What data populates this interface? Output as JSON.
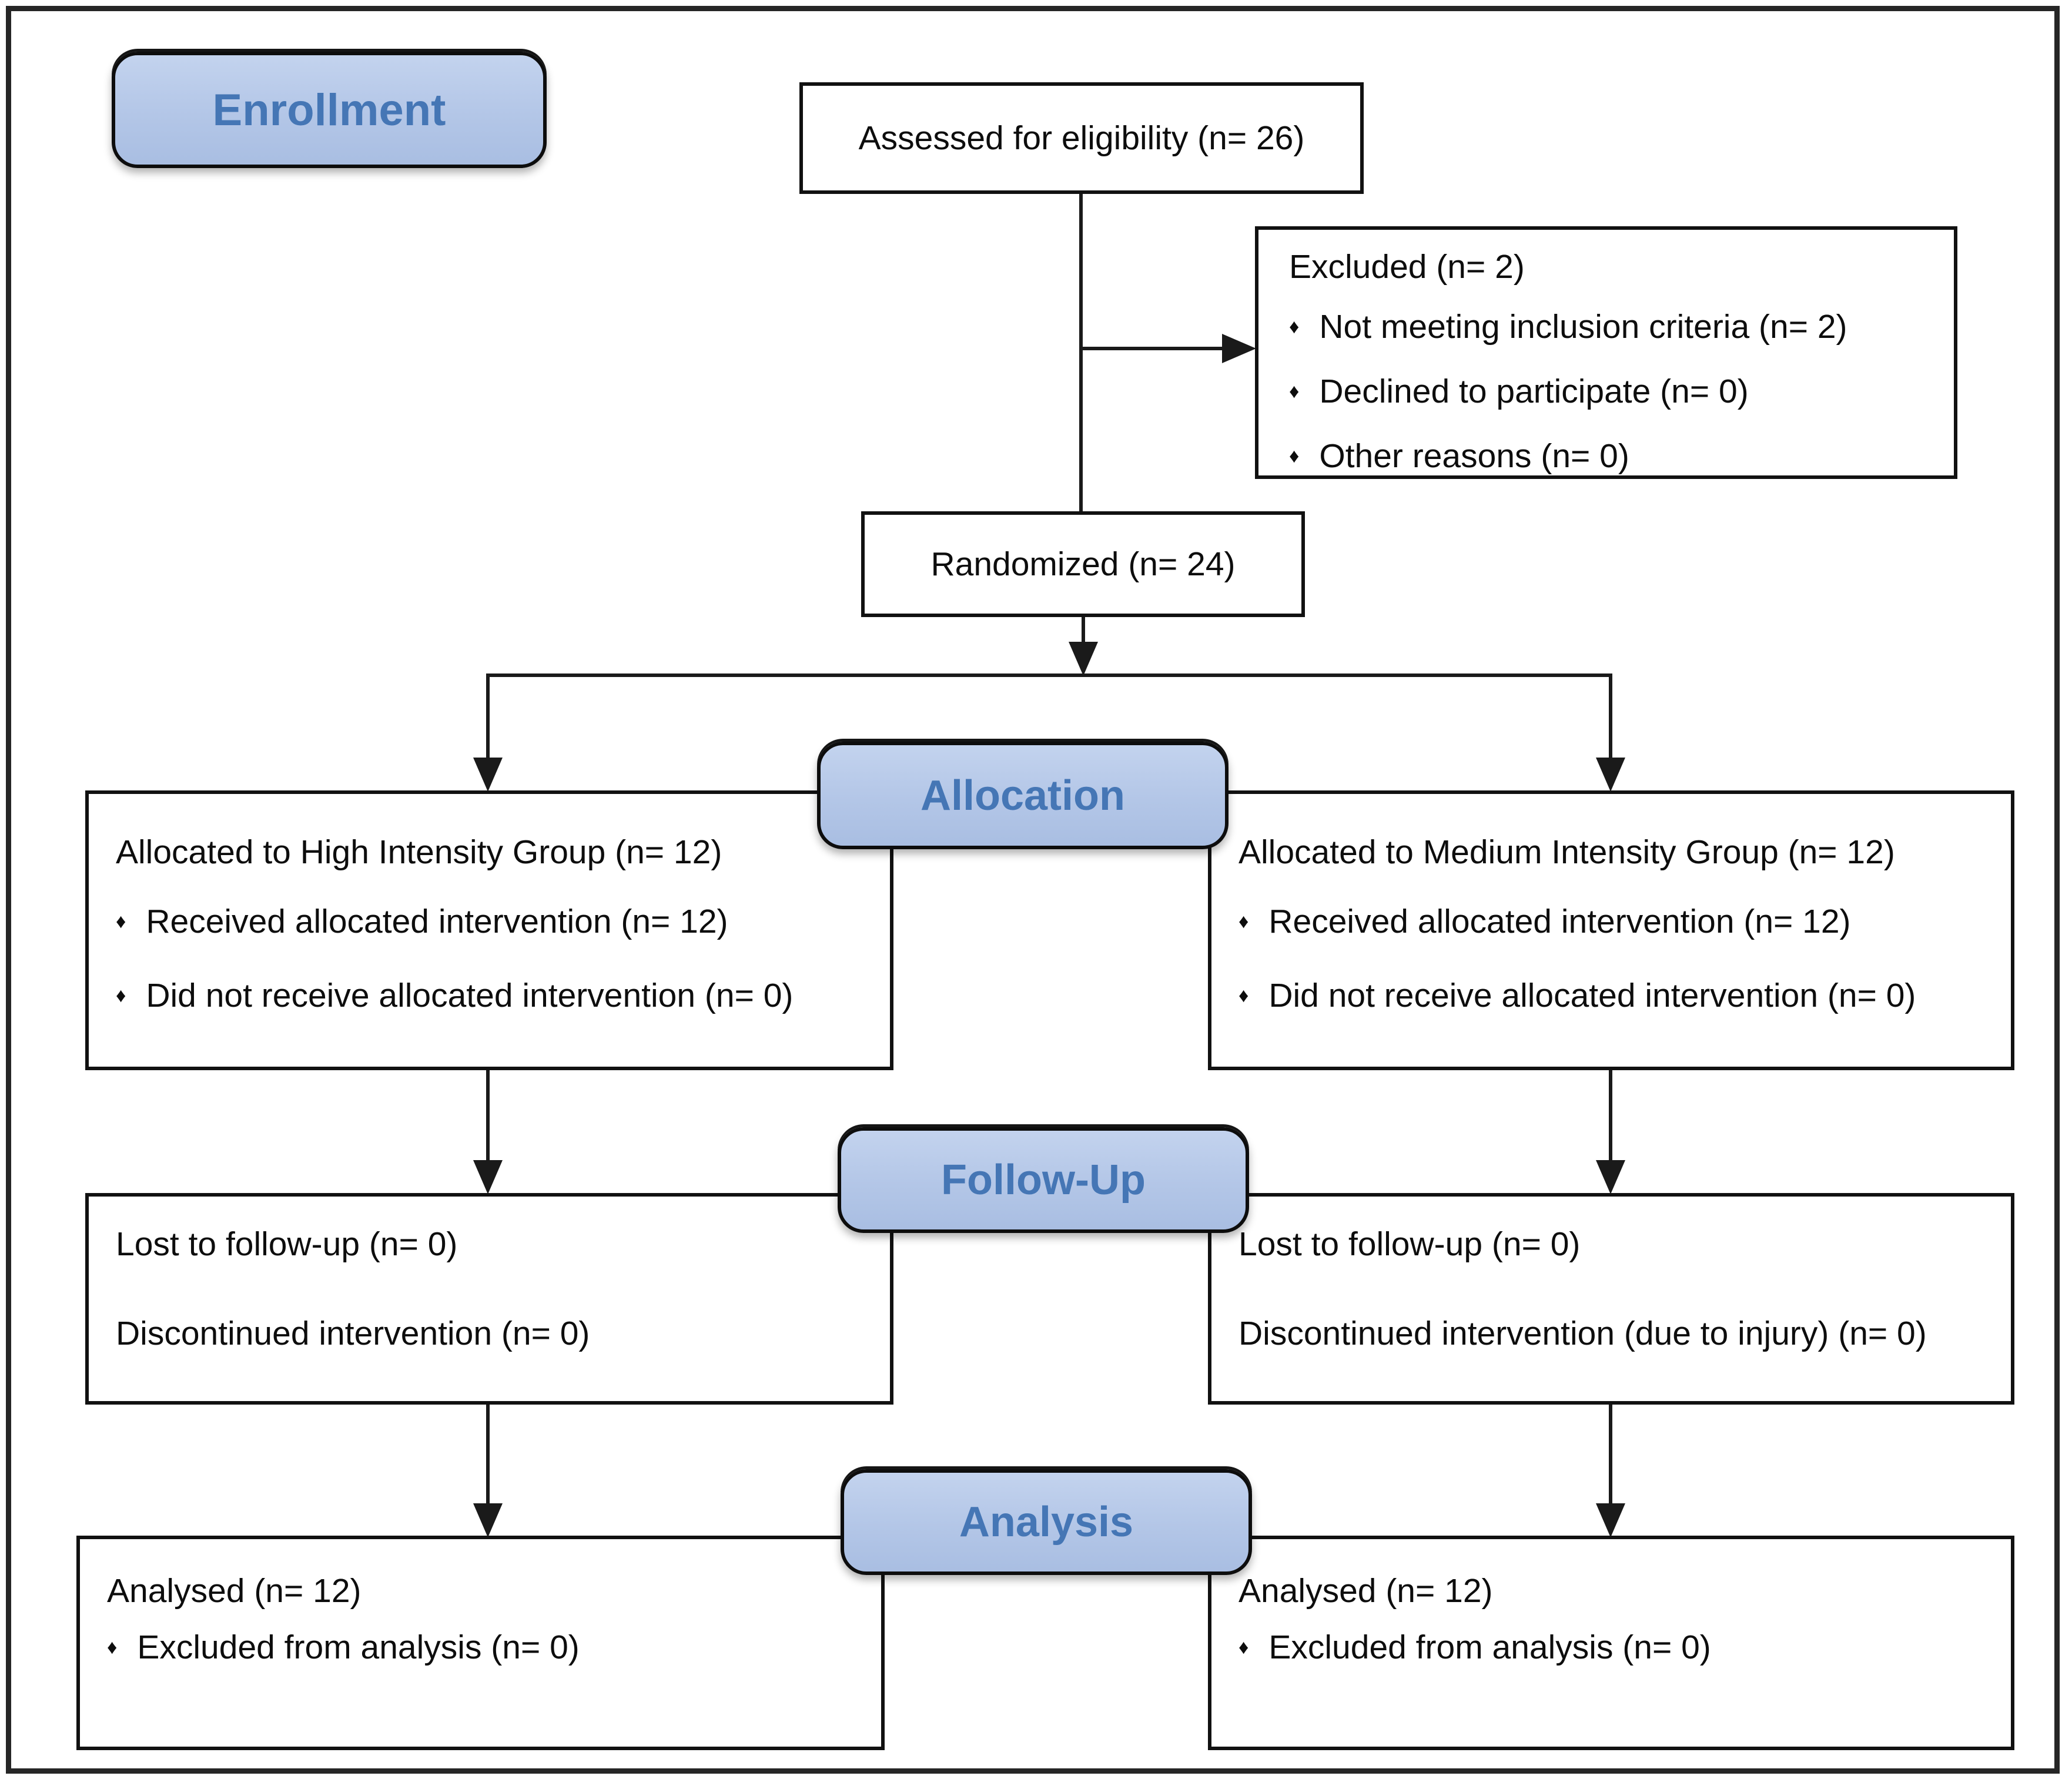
{
  "palette": {
    "stage_fill": "#b3c6e7",
    "stage_text": "#4576b5",
    "box_border": "#111111",
    "line_color": "#1a1a1a",
    "body_text": "#0d0d0d",
    "background": "#ffffff"
  },
  "bullet_glyph": "♦",
  "stages": {
    "enrollment": {
      "label": "Enrollment"
    },
    "allocation": {
      "label": "Allocation"
    },
    "followup": {
      "label": "Follow-Up"
    },
    "analysis": {
      "label": "Analysis"
    }
  },
  "boxes": {
    "assessed": {
      "text": "Assessed for eligibility (n= 26)"
    },
    "excluded": {
      "title": "Excluded (n= 2)",
      "bullets": [
        "Not meeting inclusion criteria (n= 2)",
        "Declined to participate (n= 0)",
        "Other reasons (n= 0)"
      ]
    },
    "randomized": {
      "text": "Randomized (n= 24)"
    },
    "alloc_left": {
      "title": "Allocated to High Intensity Group (n= 12)",
      "bullets": [
        "Received allocated intervention (n= 12)",
        "Did not receive allocated intervention (n= 0)"
      ]
    },
    "alloc_right": {
      "title": "Allocated to Medium Intensity Group (n= 12)",
      "bullets": [
        "Received allocated intervention (n= 12)",
        "Did not receive allocated intervention (n= 0)"
      ]
    },
    "fu_left": {
      "lines": [
        "Lost to follow-up (n= 0)",
        "Discontinued intervention (n= 0)"
      ]
    },
    "fu_right": {
      "lines": [
        "Lost to follow-up (n= 0)",
        "Discontinued intervention (due to injury) (n= 0)"
      ]
    },
    "an_left": {
      "title": "Analysed (n= 12)",
      "bullets": [
        "Excluded from analysis (n= 0)"
      ]
    },
    "an_right": {
      "title": "Analysed (n= 12)",
      "bullets": [
        "Excluded from analysis (n= 0)"
      ]
    }
  }
}
